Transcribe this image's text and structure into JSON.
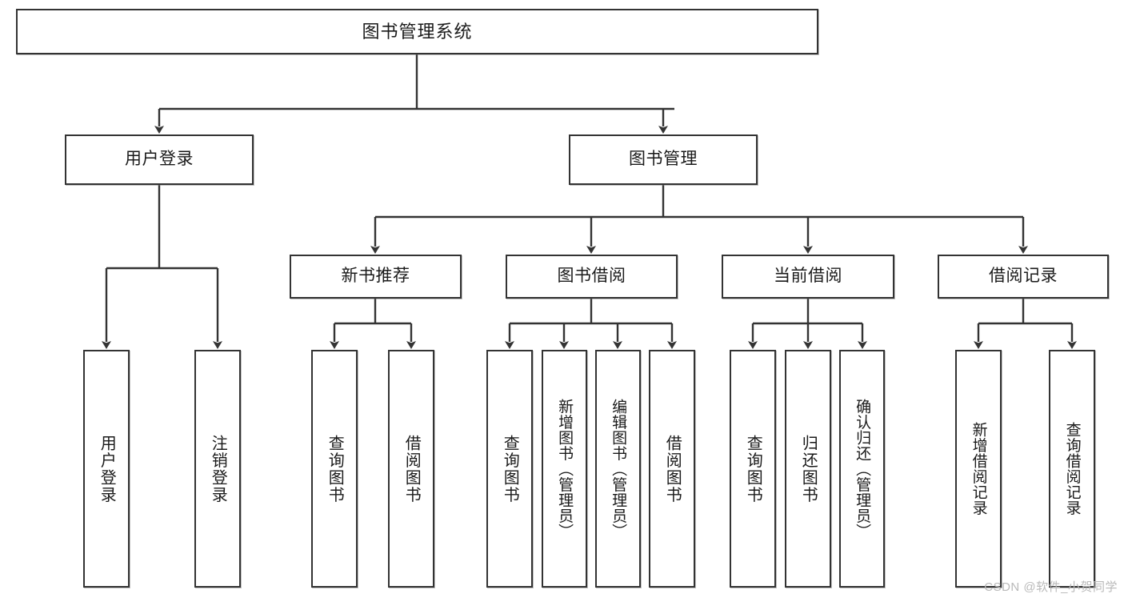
{
  "diagram": {
    "title": "图书管理系统",
    "type": "tree-hierarchy-chart",
    "stroke_color": "#333333",
    "fill_color": "#ffffff",
    "text_color": "#1a1a1a"
  },
  "watermark": {
    "text": "CSDN @软件_小贺同学",
    "color": "#b9b9b9"
  },
  "nodes": {
    "root": {
      "label": "图书管理系统"
    },
    "level2": [
      {
        "id": "user-login",
        "label": "用户登录"
      },
      {
        "id": "book-management",
        "label": "图书管理"
      }
    ],
    "level3": [
      {
        "id": "new-book-recommend",
        "label": "新书推荐"
      },
      {
        "id": "book-borrow",
        "label": "图书借阅"
      },
      {
        "id": "current-borrow",
        "label": "当前借阅"
      },
      {
        "id": "borrow-record",
        "label": "借阅记录"
      }
    ],
    "leaves": {
      "user_login": [
        {
          "id": "leaf-user-login",
          "label": "用户登录"
        },
        {
          "id": "leaf-logout-login",
          "label": "注销登录"
        }
      ],
      "new_book_recommend": [
        {
          "id": "leaf-query-book-1",
          "label": "查询图书"
        },
        {
          "id": "leaf-borrow-book-1",
          "label": "借阅图书"
        }
      ],
      "book_borrow": [
        {
          "id": "leaf-query-book-2",
          "label": "查询图书"
        },
        {
          "id": "leaf-add-book",
          "label": "新增图书（管理员）"
        },
        {
          "id": "leaf-edit-book",
          "label": "编辑图书（管理员）"
        },
        {
          "id": "leaf-borrow-book-2",
          "label": "借阅图书"
        }
      ],
      "current_borrow": [
        {
          "id": "leaf-query-book-3",
          "label": "查询图书"
        },
        {
          "id": "leaf-return-book",
          "label": "归还图书"
        },
        {
          "id": "leaf-confirm-return",
          "label": "确认归还（管理员）"
        }
      ],
      "borrow_record": [
        {
          "id": "leaf-add-record",
          "label": "新增借阅记录"
        },
        {
          "id": "leaf-query-record",
          "label": "查询借阅记录"
        }
      ]
    }
  },
  "chart_data": {
    "type": "table",
    "title": "图书管理系统",
    "hierarchy": [
      {
        "label": "图书管理系统",
        "children": [
          {
            "label": "用户登录",
            "children": [
              {
                "label": "用户登录"
              },
              {
                "label": "注销登录"
              }
            ]
          },
          {
            "label": "图书管理",
            "children": [
              {
                "label": "新书推荐",
                "children": [
                  {
                    "label": "查询图书"
                  },
                  {
                    "label": "借阅图书"
                  }
                ]
              },
              {
                "label": "图书借阅",
                "children": [
                  {
                    "label": "查询图书"
                  },
                  {
                    "label": "新增图书（管理员）"
                  },
                  {
                    "label": "编辑图书（管理员）"
                  },
                  {
                    "label": "借阅图书"
                  }
                ]
              },
              {
                "label": "当前借阅",
                "children": [
                  {
                    "label": "查询图书"
                  },
                  {
                    "label": "归还图书"
                  },
                  {
                    "label": "确认归还（管理员）"
                  }
                ]
              },
              {
                "label": "借阅记录",
                "children": [
                  {
                    "label": "新增借阅记录"
                  },
                  {
                    "label": "查询借阅记录"
                  }
                ]
              }
            ]
          }
        ]
      }
    ]
  }
}
